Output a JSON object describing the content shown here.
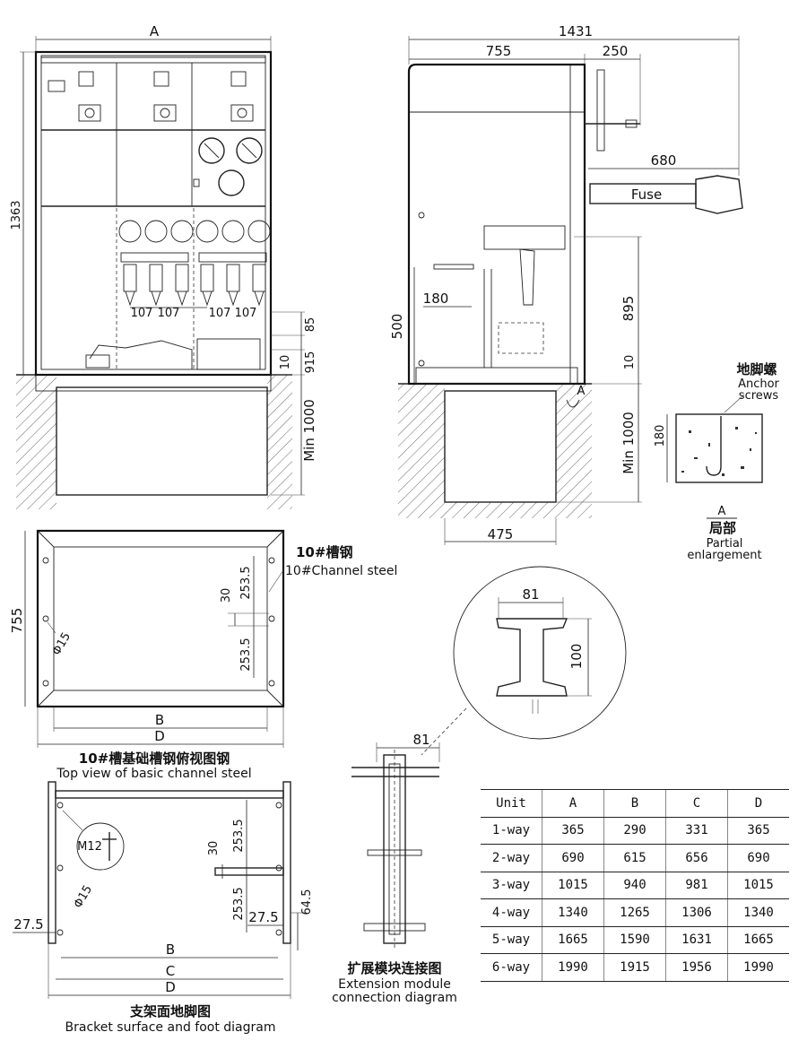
{
  "front_view": {
    "width_label": "A",
    "height_label": "1363",
    "busbar_spacing": [
      "107",
      "107",
      "107",
      "107"
    ],
    "dim_85": "85",
    "dim_10": "10",
    "dim_915": "915",
    "foundation_depth": "Min 1000"
  },
  "side_view": {
    "total_depth": "1431",
    "depth_755": "755",
    "depth_250": "250",
    "depth_680": "680",
    "fuse_label": "Fuse",
    "dim_180": "180",
    "dim_500": "500",
    "dim_895": "895",
    "dim_10": "10",
    "foundation_depth": "Min 1000",
    "pit_width": "475",
    "section_marker": "A"
  },
  "anchor_detail": {
    "title_cn": "地脚螺",
    "title_en_line1": "Anchor",
    "title_en_line2": "screws",
    "depth": "180",
    "marker": "A",
    "caption_cn": "局部",
    "caption_en_line1": "Partial",
    "caption_en_line2": "enlargement"
  },
  "channel_top_view": {
    "depth": "755",
    "hole_dia": "Φ15",
    "spacing_upper": "253.5",
    "spacing_mid": "30",
    "spacing_lower": "253.5",
    "label_b": "B",
    "label_d": "D",
    "steel_cn": "10#槽钢",
    "steel_en": "10#Channel steel",
    "caption_cn": "10#槽基础槽钢俯视图钢",
    "caption_en": "Top view of basic channel steel"
  },
  "channel_section": {
    "flange_width": "81",
    "height": "100"
  },
  "extension_module": {
    "dim_81": "81",
    "caption_cn": "扩展模块连接图",
    "caption_en_line1": "Extension module",
    "caption_en_line2": "connection diagram"
  },
  "bracket_view": {
    "bolt": "M12",
    "hole_dia": "Φ15",
    "spacing_upper": "253.5",
    "spacing_mid": "30",
    "spacing_lower": "253.5",
    "edge_left": "27.5",
    "edge_right": "27.5",
    "dim_645": "64.5",
    "label_b": "B",
    "label_c": "C",
    "label_d": "D",
    "caption_cn": "支架面地脚图",
    "caption_en": "Bracket surface and foot diagram"
  },
  "spec_table": {
    "headers": [
      "Unit",
      "A",
      "B",
      "C",
      "D"
    ],
    "rows": [
      [
        "1-way",
        "365",
        "290",
        "331",
        "365"
      ],
      [
        "2-way",
        "690",
        "615",
        "656",
        "690"
      ],
      [
        "3-way",
        "1015",
        "940",
        "981",
        "1015"
      ],
      [
        "4-way",
        "1340",
        "1265",
        "1306",
        "1340"
      ],
      [
        "5-way",
        "1665",
        "1590",
        "1631",
        "1665"
      ],
      [
        "6-way",
        "1990",
        "1915",
        "1956",
        "1990"
      ]
    ]
  }
}
